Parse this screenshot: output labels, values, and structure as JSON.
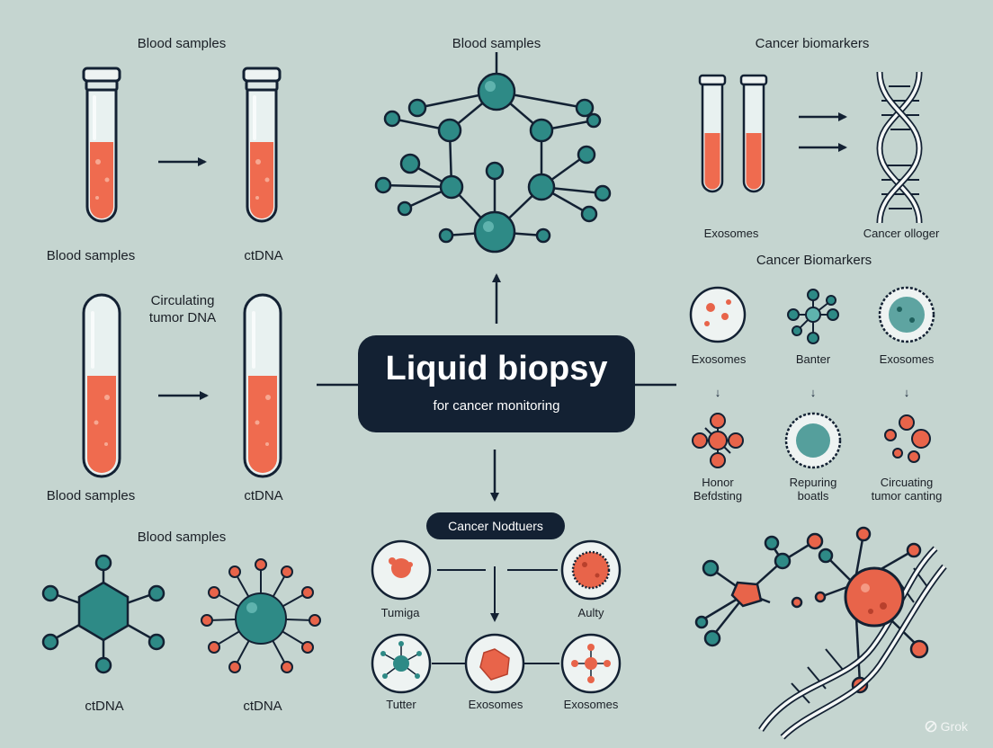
{
  "labels": {
    "top_left_title": "Blood samples",
    "top_left_tube1": "Blood samples",
    "top_left_tube2": "ctDNA",
    "mid_left_title_line1": "Circulating",
    "mid_left_title_line2": "tumor DNA",
    "mid_left_tube1": "Blood samples",
    "mid_left_tube2": "ctDNA",
    "bottom_left_title": "Blood samples",
    "bottom_left_mol1": "ctDNA",
    "bottom_left_mol2": "ctDNA",
    "top_center_title": "Blood samples",
    "top_right_title": "Cancer biomarkers",
    "top_right_tubes": "Exosomes",
    "top_right_dna": "Cancer olloger",
    "right_section_title": "Cancer Biomarkers",
    "right_row1_a": "Exosomes",
    "right_row1_b": "Banter",
    "right_row1_c": "Exosomes",
    "right_row2_a_line1": "Honor",
    "right_row2_a_line2": "Befdsting",
    "right_row2_b_line1": "Repuring",
    "right_row2_b_line2": "boatls",
    "right_row2_c_line1": "Circuating",
    "right_row2_c_line2": "tumor canting",
    "bottom_center_row1_a": "Tumiga",
    "bottom_center_row1_b": "Aulty",
    "bottom_center_row2_a": "Tutter",
    "bottom_center_row2_b": "Exosomes",
    "bottom_center_row2_c": "Exosomes"
  },
  "center": {
    "title": "Liquid biopsy",
    "subtitle": "for cancer monitoring"
  },
  "pill": "Cancer Nodtuers",
  "watermark": "Grok",
  "colors": {
    "background": "#c5d5d0",
    "navy": "#132133",
    "teal": "#2e8a86",
    "orange": "#e8644a",
    "blood": "#ef6b4f",
    "glass": "#e8f1f0"
  }
}
